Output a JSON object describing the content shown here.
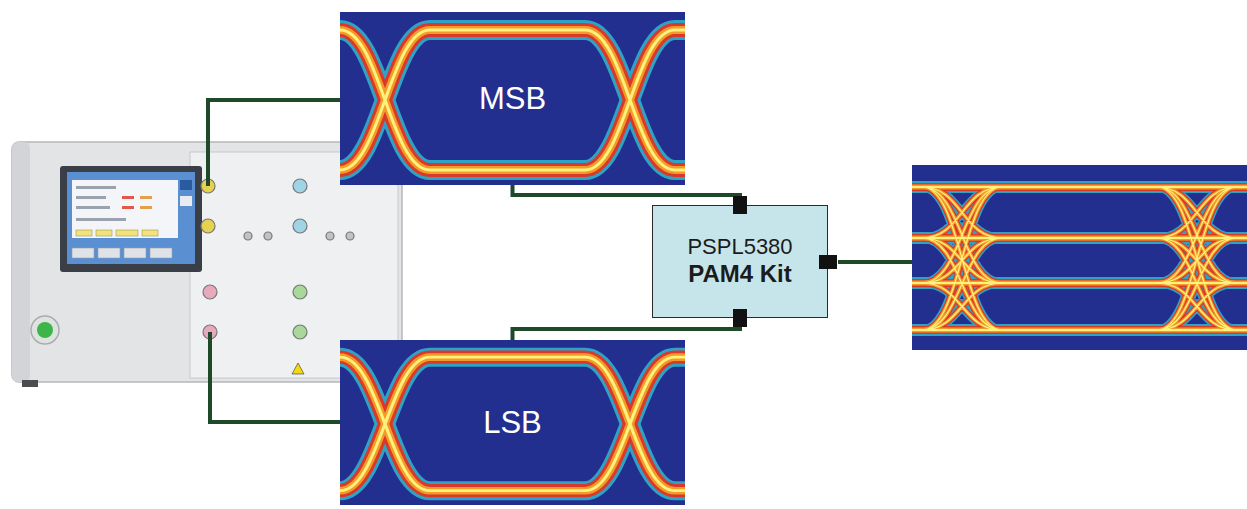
{
  "diagram": {
    "nodes": [
      {
        "text": [
          "MSB"
        ]
      },
      {
        "text": [
          "PSPL5380",
          "PAM4 Kit"
        ]
      },
      {
        "text": [
          "LSB"
        ]
      }
    ],
    "edges": [
      {
        "from": 0,
        "to": 1,
        "arrow": "none"
      },
      {
        "from": 2,
        "to": 1,
        "arrow": "none"
      }
    ]
  }
}
